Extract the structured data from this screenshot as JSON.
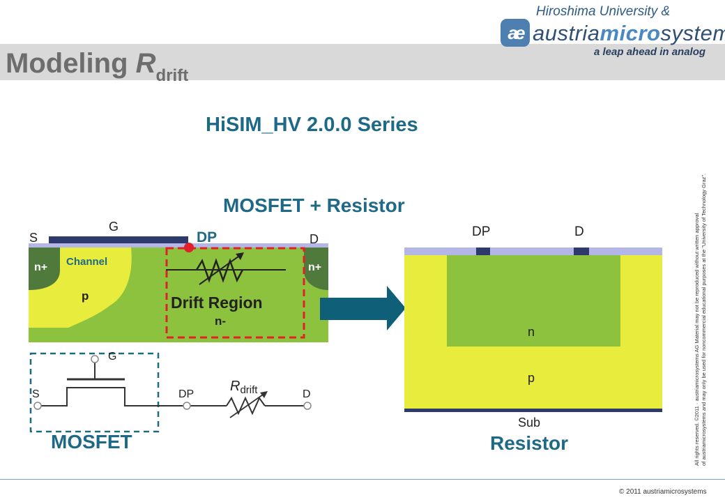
{
  "header": {
    "title_main": "Modeling ",
    "title_r": "R",
    "title_sub": "drift",
    "affiliation": "Hiroshima University &",
    "logo_badge": "ae",
    "company_prefix": "austria",
    "company_micro": "micro",
    "company_suffix": "systems",
    "tagline": "a leap ahead in analog"
  },
  "main": {
    "series_title": "HiSIM_HV 2.0.0 Series",
    "subtitle": "MOSFET + Resistor",
    "mosfet_label": "MOSFET",
    "resistor_label": "Resistor"
  },
  "cross_section": {
    "gate": "G",
    "source": "S",
    "drain": "D",
    "drift_point": "DP",
    "n_plus_left": "n+",
    "n_plus_right": "n+",
    "channel": "Channel",
    "p_region": "p",
    "drift_region": "Drift Region",
    "n_minus": "n-"
  },
  "circuit": {
    "gate": "G",
    "source": "S",
    "drift_point": "DP",
    "drain": "D",
    "r_symbol": "R",
    "r_sub": "drift"
  },
  "resistor_section": {
    "dp": "DP",
    "d": "D",
    "n": "n",
    "p": "p",
    "sub": "Sub"
  },
  "side_note": {
    "line1": "All rights reserved.        ©2011 · austriamicrosystems AG                    Material may not be reproduced without written approval",
    "line2": "of austriamicrosystems and may only be used for noncommercial educational purposes at the \"University of Technology Graz\"."
  },
  "footer": {
    "copyright_year": "© 2011 ",
    "copyright_company": "austriamicrosystems"
  },
  "colors": {
    "title_gray": "#6d6d6d",
    "heading_teal": "#1e6a86",
    "green": "#8dc23f",
    "dark_green": "#4f7a3c",
    "yellow": "#e8ec3c",
    "gate_navy": "#2e3a6b",
    "oxide": "#b3b6e6",
    "dashed_red": "#e0202a",
    "dashed_teal": "#1e6a86",
    "arrow": "#0f5f78"
  }
}
